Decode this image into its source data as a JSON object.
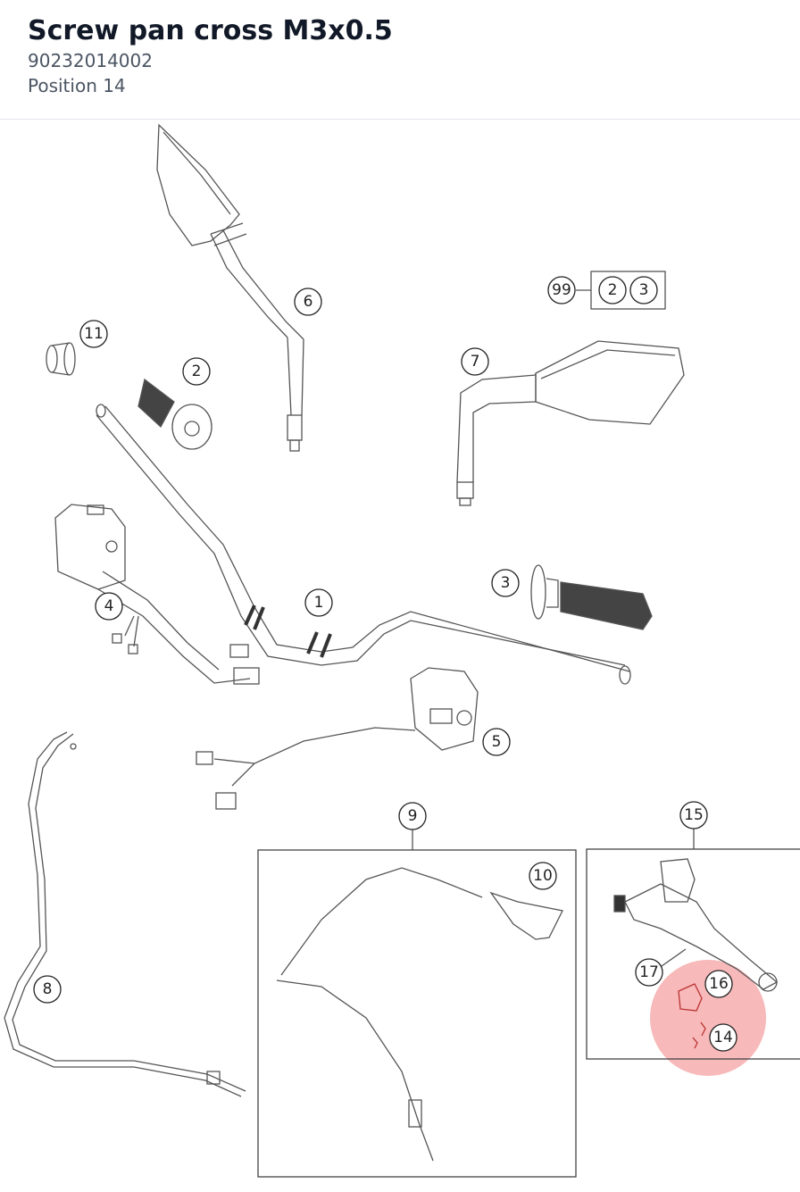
{
  "header": {
    "title": "Screw pan cross M3x0.5",
    "part_number": "90232014002",
    "position": "Position 14"
  },
  "diagram": {
    "highlight_color": "#f28b8b",
    "highlighted_position": "14",
    "callouts": {
      "c1": "1",
      "c2": "2",
      "c3": "3",
      "c4": "4",
      "c5": "5",
      "c6": "6",
      "c7": "7",
      "c8": "8",
      "c9": "9",
      "c10": "10",
      "c11": "11",
      "c14": "14",
      "c15": "15",
      "c16": "16",
      "c17": "17",
      "c99": "99",
      "c99a": "2",
      "c99b": "3"
    }
  }
}
